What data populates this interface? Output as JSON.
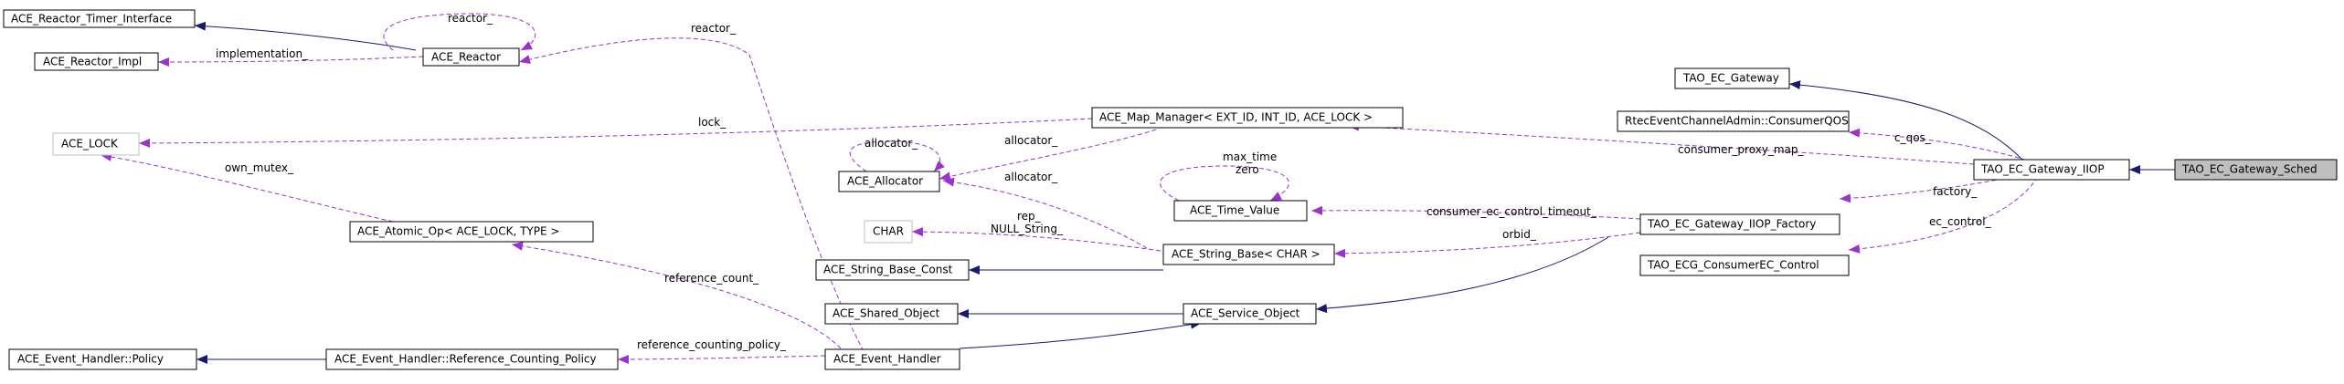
{
  "nodes": {
    "reactor_timer_interface": "ACE_Reactor_Timer_Interface",
    "reactor_impl": "ACE_Reactor_Impl",
    "reactor": "ACE_Reactor",
    "ace_lock": "ACE_LOCK",
    "allocator": "ACE_Allocator",
    "map_manager": "ACE_Map_Manager< EXT_ID, INT_ID, ACE_LOCK >",
    "atomic_op": "ACE_Atomic_Op< ACE_LOCK, TYPE >",
    "char": "CHAR",
    "string_base_const": "ACE_String_Base_Const",
    "string_base": "ACE_String_Base< CHAR >",
    "time_value": "ACE_Time_Value",
    "shared_object": "ACE_Shared_Object",
    "service_object": "ACE_Service_Object",
    "event_handler_policy": "ACE_Event_Handler::Policy",
    "ref_counting_policy": "ACE_Event_Handler::Reference_Counting_Policy",
    "event_handler": "ACE_Event_Handler",
    "tao_ec_gateway": "TAO_EC_Gateway",
    "consumer_qos": "RtecEventChannelAdmin::ConsumerQOS",
    "gateway_iiop": "TAO_EC_Gateway_IIOP",
    "gateway_sched": "TAO_EC_Gateway_Sched",
    "gateway_iiop_factory": "TAO_EC_Gateway_IIOP_Factory",
    "consumer_ec_control": "TAO_ECG_ConsumerEC_Control"
  },
  "edge_labels": {
    "reactor_self": "reactor_",
    "implementation": "implementation_",
    "reactor_eh": "reactor_",
    "lock": "lock_",
    "own_mutex": "own_mutex_",
    "allocator_self": "allocator_",
    "allocator_mm": "allocator_",
    "allocator_sb": "allocator_",
    "rep": "rep_",
    "null_string": "NULL_String_",
    "reference_count": "reference_count_",
    "reference_counting_policy": "reference_counting_policy_",
    "max_time": "max_time",
    "zero": "zero",
    "consumer_ec_control_timeout": "consumer_ec_control_timeout_",
    "orbid": "orbid_",
    "consumer_proxy_map": "consumer_proxy_map_",
    "c_qos": "c_qos_",
    "factory": "factory_",
    "ec_control": "ec_control_"
  },
  "colors": {
    "inheritance": "#191970",
    "usage": "#9a32cd",
    "highlight_fill": "#bfbfbf",
    "template_border": "#bfbfbf"
  }
}
